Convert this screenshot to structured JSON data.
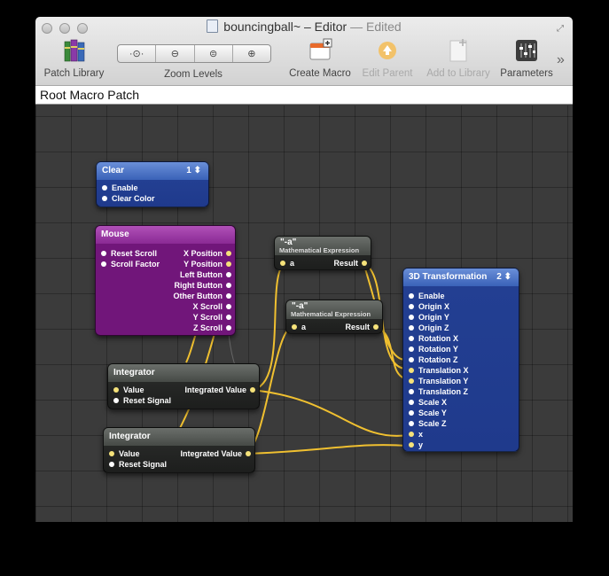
{
  "window": {
    "title": "bouncingball~",
    "title_suffix": " – Editor",
    "edited": " — Edited"
  },
  "toolbar": {
    "patch_library": "Patch Library",
    "zoom_levels": "Zoom Levels",
    "create_macro": "Create Macro",
    "edit_parent": "Edit Parent",
    "add_to_library": "Add to Library",
    "parameters": "Parameters",
    "overflow": "»"
  },
  "path_bar": {
    "label": "Root Macro Patch"
  },
  "patches": {
    "clear": {
      "title": "Clear",
      "number": "1 ⬍",
      "inputs": [
        "Enable",
        "Clear Color"
      ]
    },
    "mouse": {
      "title": "Mouse",
      "inputs": [
        "Reset Scroll",
        "Scroll Factor"
      ],
      "outputs": [
        "X Position",
        "Y Position",
        "Left Button",
        "Right Button",
        "Other Button",
        "X Scroll",
        "Y Scroll",
        "Z Scroll"
      ]
    },
    "expr1": {
      "title": "\"-a\"",
      "subtitle": "Mathematical Expression",
      "input": "a",
      "output": "Result"
    },
    "expr2": {
      "title": "\"-a\"",
      "subtitle": "Mathematical Expression",
      "input": "a",
      "output": "Result"
    },
    "integrator1": {
      "title": "Integrator",
      "inputs": [
        "Value",
        "Reset Signal"
      ],
      "output": "Integrated Value"
    },
    "integrator2": {
      "title": "Integrator",
      "inputs": [
        "Value",
        "Reset Signal"
      ],
      "output": "Integrated Value"
    },
    "transform": {
      "title": "3D Transformation",
      "number": "2 ⬍",
      "inputs": [
        "Enable",
        "Origin X",
        "Origin Y",
        "Origin Z",
        "Rotation X",
        "Rotation Y",
        "Rotation Z",
        "Translation X",
        "Translation Y",
        "Translation Z",
        "Scale X",
        "Scale Y",
        "Scale Z",
        "x",
        "y"
      ]
    }
  },
  "colors": {
    "wire": "#f0c030",
    "canvas": "#3b3b3b",
    "blue_patch": "#2b4aa0",
    "purple_patch": "#71167a",
    "dark_patch": "#2d2f2d"
  }
}
